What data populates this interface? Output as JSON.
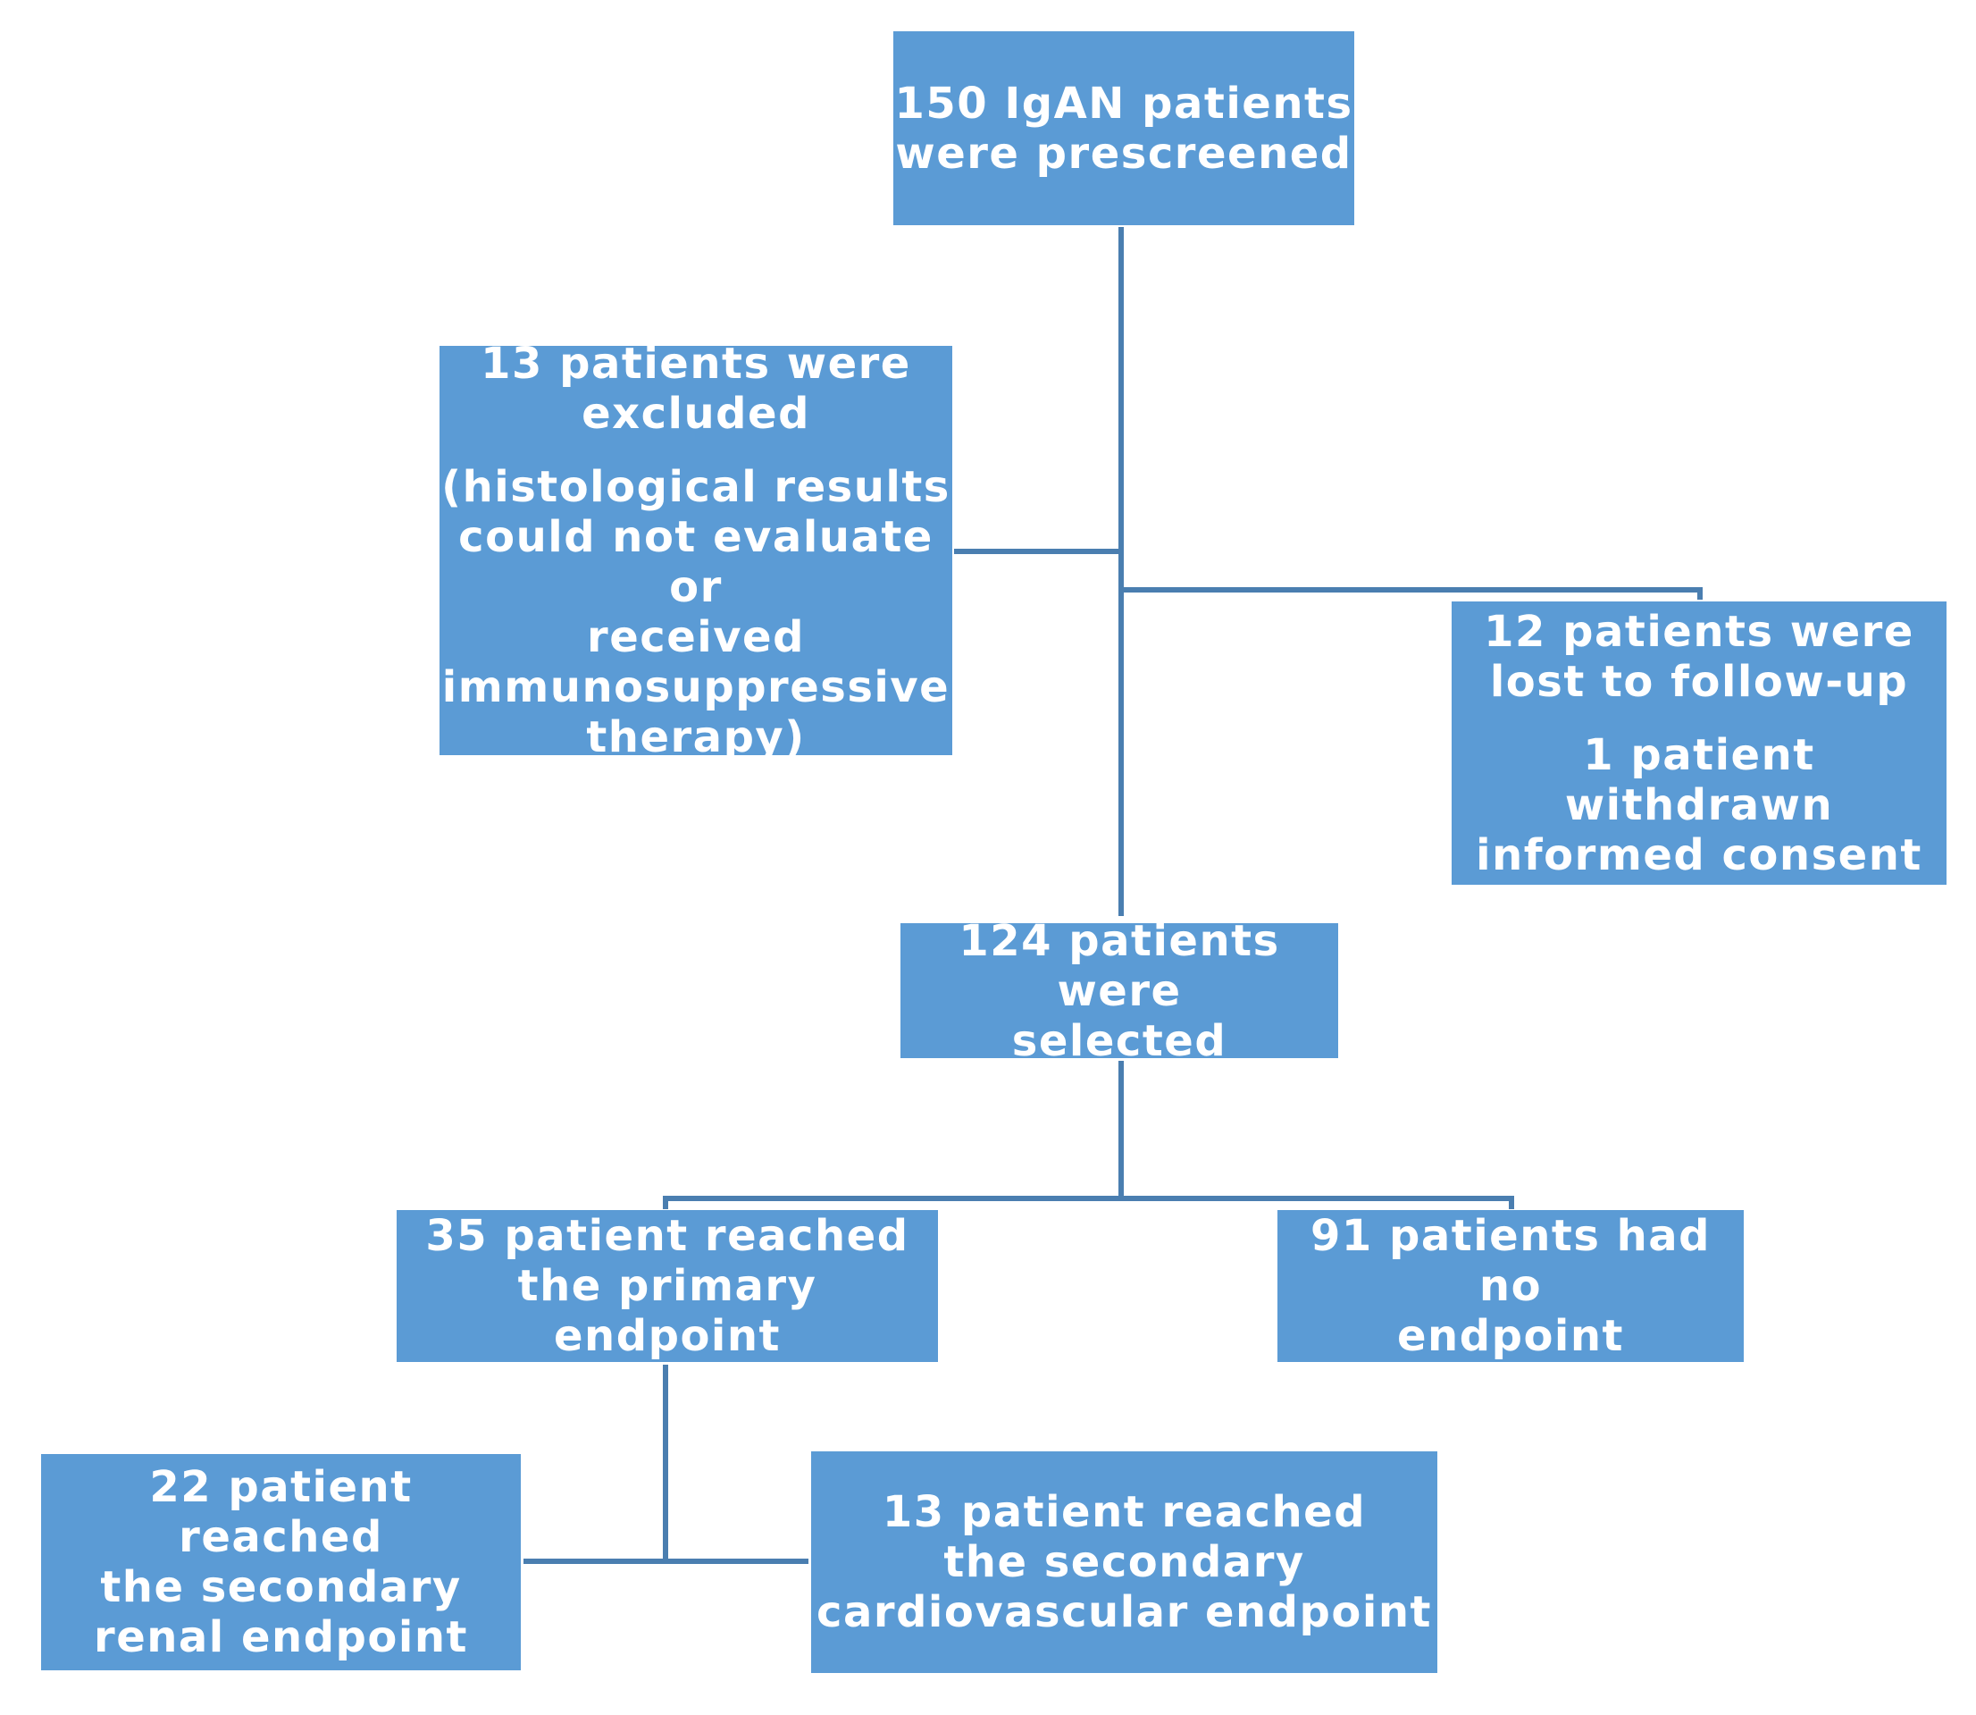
{
  "boxes": {
    "prescreened": {
      "lines": [
        "150 IgAN patients",
        "were prescreened"
      ]
    },
    "excluded": {
      "title_lines": [
        "13 patients were",
        "excluded"
      ],
      "detail_lines": [
        "(histological results",
        "could not evaluate or",
        "received",
        "immunosuppressive",
        "therapy)"
      ]
    },
    "lost": {
      "title_lines": [
        "12 patients were",
        "lost to follow-up"
      ],
      "detail_lines": [
        "1 patient withdrawn",
        "informed consent"
      ]
    },
    "selected": {
      "lines": [
        "124 patients were",
        "selected"
      ]
    },
    "primary": {
      "lines": [
        "35 patient reached",
        "the primary endpoint"
      ]
    },
    "no_endpoint": {
      "lines": [
        "91 patients had no",
        "endpoint"
      ]
    },
    "renal": {
      "lines": [
        "22 patient reached",
        "the secondary",
        "renal endpoint"
      ]
    },
    "cardio": {
      "lines": [
        "13 patient reached",
        "the secondary",
        "cardiovascular endpoint"
      ]
    }
  },
  "colors": {
    "box_fill": "#5b9bd5",
    "connector": "#4a7eb0",
    "text": "#ffffff"
  }
}
